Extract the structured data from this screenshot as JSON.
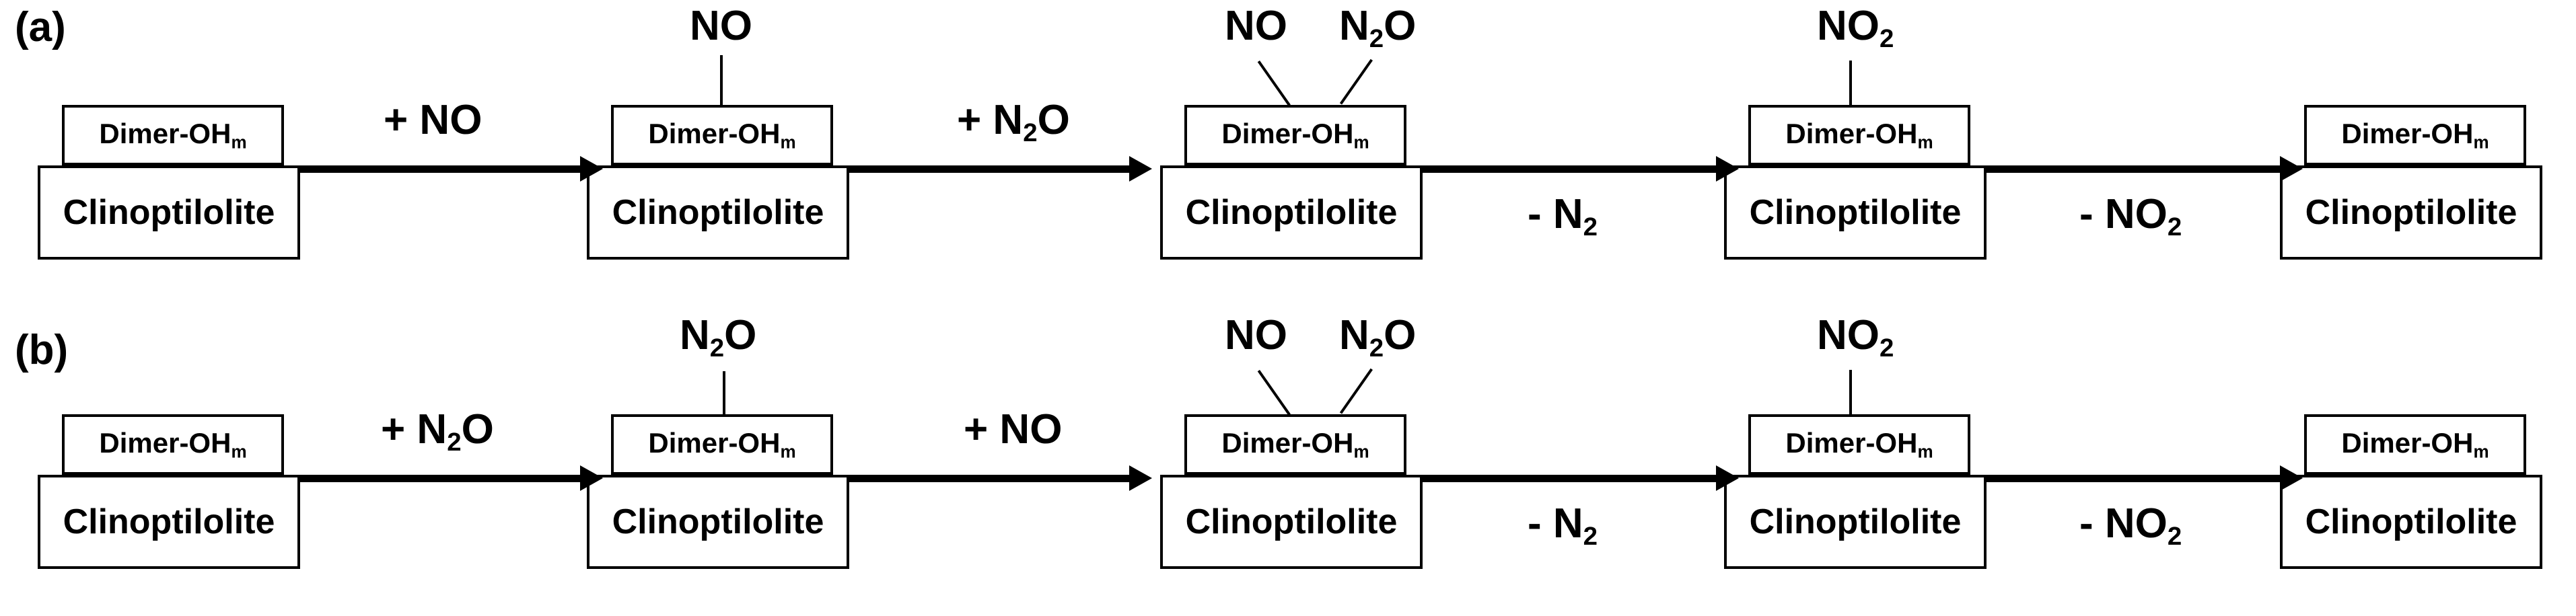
{
  "figure": {
    "type": "reaction-mechanism-diagram",
    "background": "#ffffff",
    "stroke": "#000000",
    "box_top_label": "Dimer-OH",
    "box_top_sub": "m",
    "box_bottom_label": "Clinoptilolite"
  },
  "panels": [
    {
      "id": "a",
      "label": "(a)",
      "states": [
        {
          "index": 0,
          "adsorbates": []
        },
        {
          "index": 1,
          "adsorbates": [
            {
              "formula": "NO",
              "sub": "",
              "tail": ""
            }
          ]
        },
        {
          "index": 2,
          "adsorbates": [
            {
              "formula": "NO",
              "sub": "",
              "tail": ""
            },
            {
              "formula": "N",
              "sub": "2",
              "tail": "O"
            }
          ]
        },
        {
          "index": 3,
          "adsorbates": [
            {
              "formula": "NO",
              "sub": "2",
              "tail": ""
            }
          ]
        },
        {
          "index": 4,
          "adsorbates": []
        }
      ],
      "steps": [
        {
          "sign": "+",
          "formula": "NO",
          "sub": "",
          "tail": "",
          "position": "above"
        },
        {
          "sign": "+",
          "formula": "N",
          "sub": "2",
          "tail": "O",
          "position": "above"
        },
        {
          "sign": "-",
          "formula": "N",
          "sub": "2",
          "tail": "",
          "position": "below"
        },
        {
          "sign": "-",
          "formula": "NO",
          "sub": "2",
          "tail": "",
          "position": "below"
        }
      ]
    },
    {
      "id": "b",
      "label": "(b)",
      "states": [
        {
          "index": 0,
          "adsorbates": []
        },
        {
          "index": 1,
          "adsorbates": [
            {
              "formula": "N",
              "sub": "2",
              "tail": "O"
            }
          ]
        },
        {
          "index": 2,
          "adsorbates": [
            {
              "formula": "NO",
              "sub": "",
              "tail": ""
            },
            {
              "formula": "N",
              "sub": "2",
              "tail": "O"
            }
          ]
        },
        {
          "index": 3,
          "adsorbates": [
            {
              "formula": "NO",
              "sub": "2",
              "tail": ""
            }
          ]
        },
        {
          "index": 4,
          "adsorbates": []
        }
      ],
      "steps": [
        {
          "sign": "+",
          "formula": "N",
          "sub": "2",
          "tail": "O",
          "position": "above"
        },
        {
          "sign": "+",
          "formula": "NO",
          "sub": "",
          "tail": "",
          "position": "above"
        },
        {
          "sign": "-",
          "formula": "N",
          "sub": "2",
          "tail": "",
          "position": "below"
        },
        {
          "sign": "-",
          "formula": "NO",
          "sub": "2",
          "tail": "",
          "position": "below"
        }
      ]
    }
  ],
  "text": {
    "panel_a_label": "(a)",
    "panel_b_label": "(b)",
    "dimer": "Dimer-OH",
    "dimer_sub": "m",
    "clino": "Clinoptilolite",
    "a_step1": "+ NO",
    "a_step2_pre": "+ N",
    "a_step2_sub": "2",
    "a_step2_post": "O",
    "a_step3_pre": "- N",
    "a_step3_sub": "2",
    "a_step3_post": "",
    "a_step4_pre": "- NO",
    "a_step4_sub": "2",
    "a_step4_post": "",
    "b_step1_pre": "+ N",
    "b_step1_sub": "2",
    "b_step1_post": "O",
    "b_step2": "+ NO",
    "b_step3_pre": "- N",
    "b_step3_sub": "2",
    "b_step3_post": "",
    "b_step4_pre": "- NO",
    "b_step4_sub": "2",
    "b_step4_post": "",
    "ads_no": "NO",
    "ads_n2o_pre": "N",
    "ads_n2o_sub": "2",
    "ads_n2o_post": "O",
    "ads_no2_pre": "NO",
    "ads_no2_sub": "2"
  }
}
